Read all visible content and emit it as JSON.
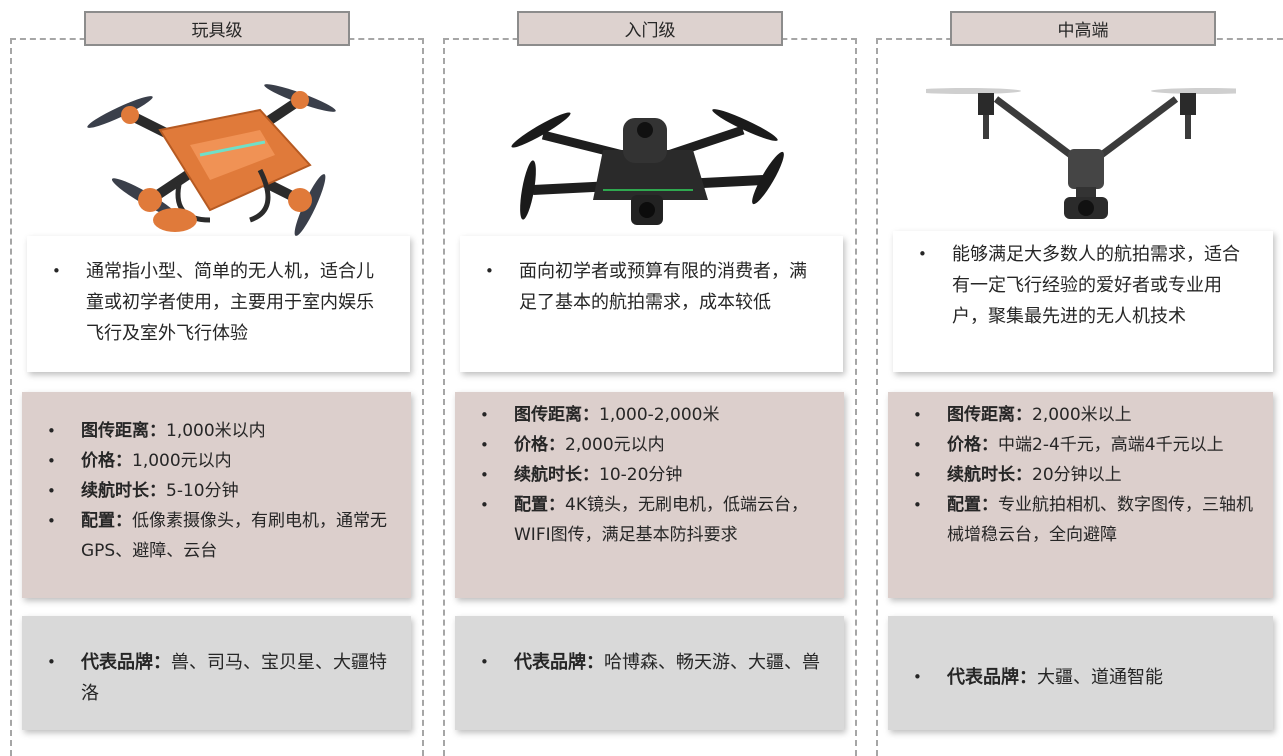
{
  "columns": [
    {
      "tier": "玩具级",
      "drone_icon": "toy-drone-orange",
      "description": "通常指小型、简单的无人机，适合儿童或初学者使用，主要用于室内娱乐飞行及室外飞行体验",
      "specs": [
        {
          "key": "图传距离：",
          "value": "1,000米以内"
        },
        {
          "key": "价格：",
          "value": "1,000元以内"
        },
        {
          "key": "续航时长：",
          "value": "5-10分钟"
        },
        {
          "key": "配置：",
          "value": "低像素摄像头，有刷电机，通常无GPS、避障、云台"
        }
      ],
      "brands": {
        "key": "代表品牌：",
        "value": "兽、司马、宝贝星、大疆特洛"
      }
    },
    {
      "tier": "入门级",
      "drone_icon": "entry-drone-black",
      "description": "面向初学者或预算有限的消费者，满足了基本的航拍需求，成本较低",
      "specs": [
        {
          "key": "图传距离：",
          "value": "1,000-2,000米"
        },
        {
          "key": "价格：",
          "value": "2,000元以内"
        },
        {
          "key": "续航时长：",
          "value": "10-20分钟"
        },
        {
          "key": "配置：",
          "value": "4K镜头，无刷电机，低端云台，WIFI图传，满足基本防抖要求"
        }
      ],
      "brands": {
        "key": "代表品牌：",
        "value": "哈博森、畅天游、大疆、兽"
      }
    },
    {
      "tier": "中高端",
      "drone_icon": "pro-drone-gray",
      "description": "能够满足大多数人的航拍需求，适合有一定飞行经验的爱好者或专业用户，聚集最先进的无人机技术",
      "specs": [
        {
          "key": "图传距离：",
          "value": "2,000米以上"
        },
        {
          "key": "价格：",
          "value": "中端2-4千元，高端4千元以上"
        },
        {
          "key": "续航时长：",
          "value": "20分钟以上"
        },
        {
          "key": "配置：",
          "value": "专业航拍相机、数字图传，三轴机械增稳云台，全向避障"
        }
      ],
      "brands": {
        "key": "代表品牌：",
        "value": "大疆、道通智能"
      }
    }
  ],
  "colors": {
    "spec_card": "#dccfcc",
    "brand_card": "#d9d9d9",
    "tier_label": "#ddd2cf",
    "dashed_border": "#a6a6a6"
  }
}
